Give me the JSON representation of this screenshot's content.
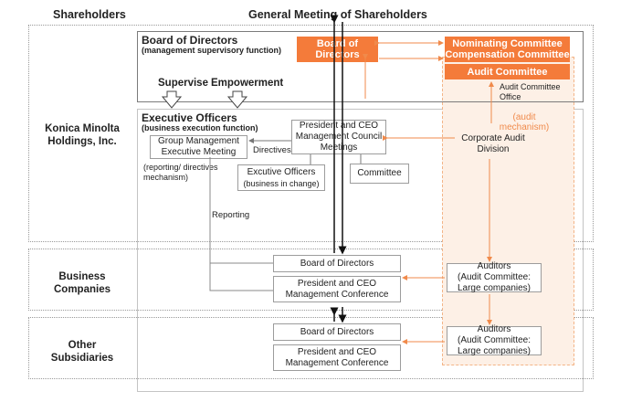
{
  "headers": {
    "shareholders": "Shareholders",
    "general_meeting": "General Meeting of Shareholders"
  },
  "rows": {
    "konica": "Konica Minolta Holdings, Inc.",
    "business": "Business Companies",
    "other": "Other Subsidiaries"
  },
  "board_section": {
    "title": "Board of Directors",
    "subtitle": "(management supervisory function)",
    "board_box": "Board of Directors",
    "nominating": "Nominating Committee",
    "compensation": "Compensation Committee",
    "audit_committee": "Audit Committee",
    "audit_office": "Audit Committee Office"
  },
  "arrows": {
    "supervise": "Supervise",
    "empowerment": "Empowerment"
  },
  "exec_section": {
    "title": "Executive Officers",
    "subtitle": "(business execution function)",
    "president_council": "President and CEO Management Council Meetings",
    "group_mgmt": "Group Management Executive Meeting",
    "directives": "Directives",
    "reporting_mech": "(reporting/ directives mechanism)",
    "exec_officers_box": "Excutive Officers",
    "exec_officers_sub": "(business in change)",
    "committee": "Committee",
    "audit_mech": "(audit mechanism)",
    "corp_audit": "Corporate Audit Division",
    "reporting": "Reporting"
  },
  "business_section": {
    "board": "Board of Directors",
    "president_conf": "President and CEO Management Conference",
    "auditors": "Auditors",
    "auditors_sub": "(Audit Committee: Large companies)"
  },
  "other_section": {
    "board": "Board of Directors",
    "president_conf": "President and CEO Management Conference",
    "auditors": "Auditors",
    "auditors_sub": "(Audit Committee: Large companies)"
  }
}
